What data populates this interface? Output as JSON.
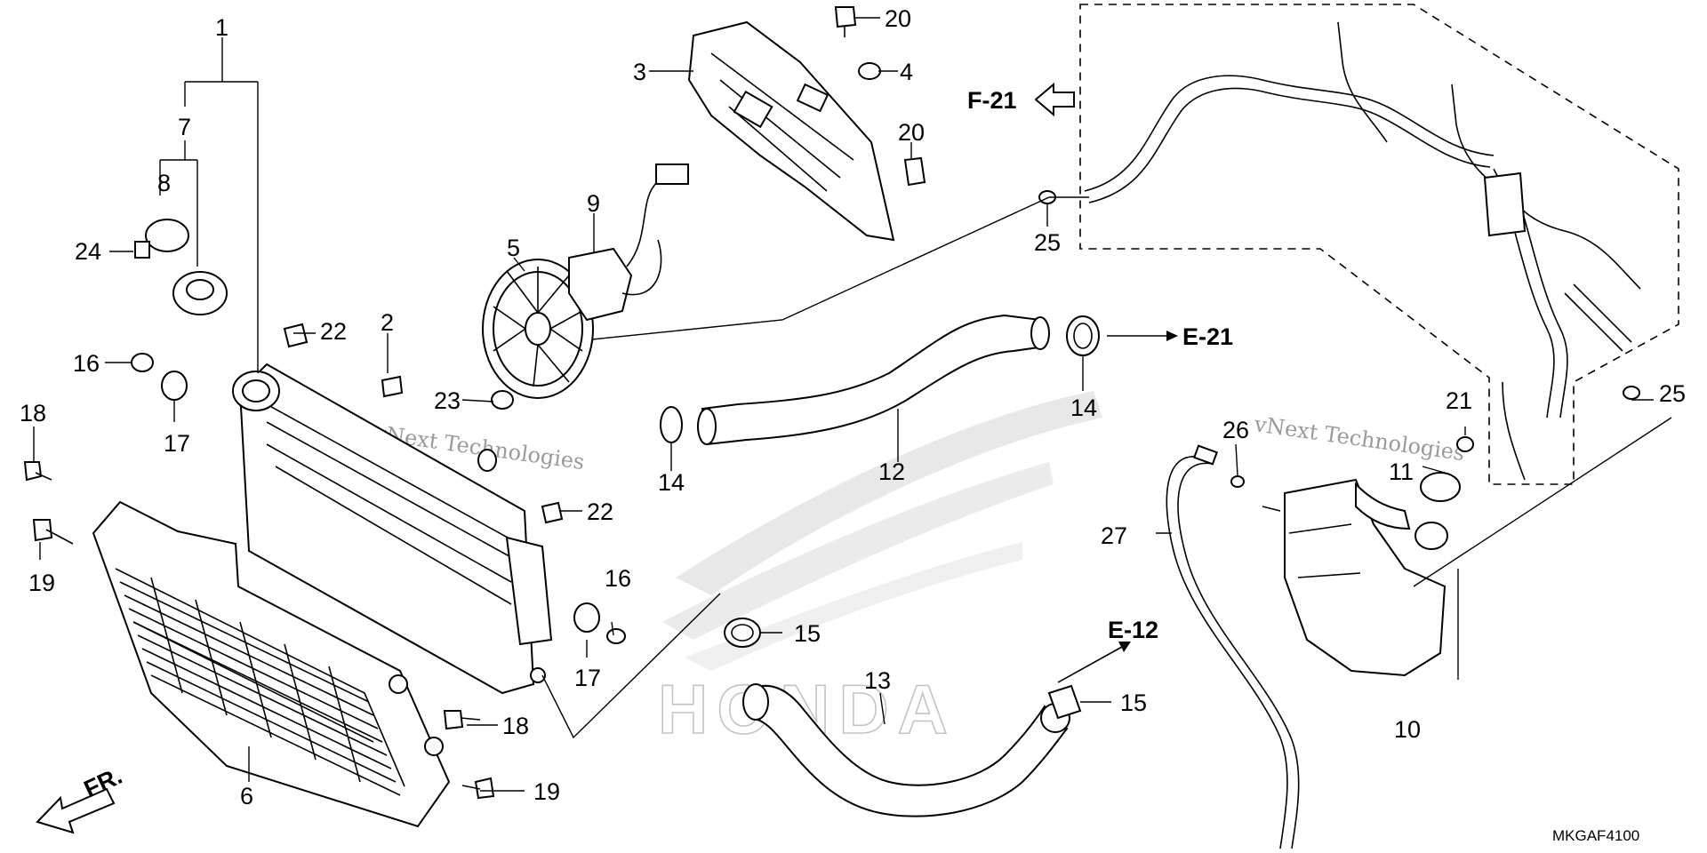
{
  "diagram": {
    "callouts": {
      "c1": "1",
      "c2": "2",
      "c3": "3",
      "c4": "4",
      "c5": "5",
      "c6": "6",
      "c7": "7",
      "c8": "8",
      "c9": "9",
      "c10": "10",
      "c11": "11",
      "c12": "12",
      "c13": "13",
      "c14a": "14",
      "c14b": "14",
      "c15a": "15",
      "c15b": "15",
      "c16a": "16",
      "c16b": "16",
      "c17a": "17",
      "c17b": "17",
      "c18a": "18",
      "c18b": "18",
      "c19a": "19",
      "c19b": "19",
      "c20a": "20",
      "c20b": "20",
      "c21": "21",
      "c22a": "22",
      "c22b": "22",
      "c23": "23",
      "c24": "24",
      "c25a": "25",
      "c25b": "25",
      "c26": "26",
      "c27": "27"
    },
    "references": {
      "f21": "F-21",
      "e21": "E-21",
      "e12": "E-12",
      "front": "FR."
    },
    "diagram_code": "MKGAF4100",
    "watermarks": {
      "line_a": "vNext Technologies",
      "line_b": "vNext Technologies",
      "brand": "HONDA"
    }
  }
}
